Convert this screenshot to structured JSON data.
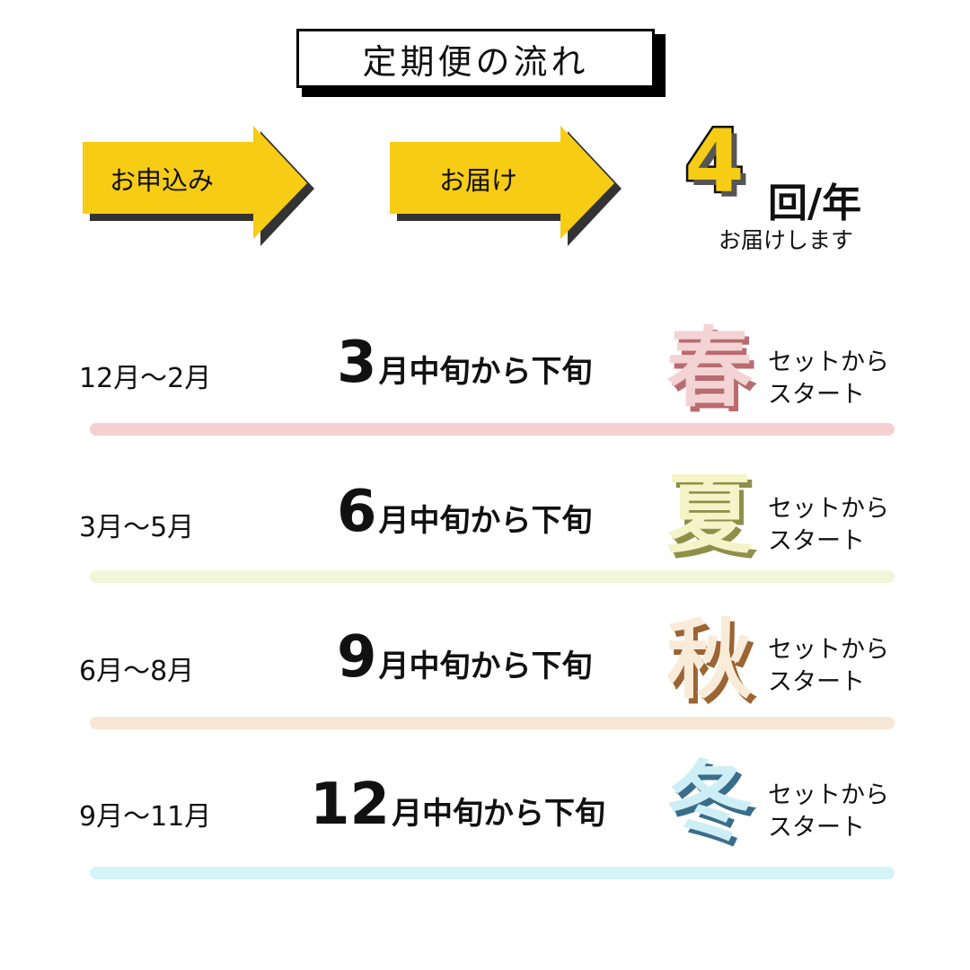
{
  "title": "定期便の流れ",
  "flow": {
    "step1": "お申込み",
    "step2": "お届け"
  },
  "frequency": {
    "number": "4",
    "unit": "回/年",
    "note": "お届けします"
  },
  "rows": [
    {
      "range": "12月〜2月",
      "month": "3",
      "delivery": "月中旬から下旬",
      "season": "春",
      "note1": "セットから",
      "note2": "スタート"
    },
    {
      "range": "3月〜5月",
      "month": "6",
      "delivery": "月中旬から下旬",
      "season": "夏",
      "note1": "セットから",
      "note2": "スタート"
    },
    {
      "range": "6月〜8月",
      "month": "9",
      "delivery": "月中旬から下旬",
      "season": "秋",
      "note1": "セットから",
      "note2": "スタート"
    },
    {
      "range": "9月〜11月",
      "month": "12",
      "delivery": "月中旬から下旬",
      "season": "冬",
      "note1": "セットから",
      "note2": "スタート"
    }
  ],
  "colors": {
    "arrow": "#f7cc14",
    "spring_fill": "#f3d3d3",
    "spring_stroke": "#c9797c",
    "spring_bar": "#f6d0d0",
    "summer_fill": "#f5f3c8",
    "summer_stroke": "#a6a65a",
    "summer_bar": "#f2f6d8",
    "autumn_fill": "#f8ecd9",
    "autumn_stroke": "#b3783f",
    "autumn_bar": "#f6e6d4",
    "winter_fill": "#cdeef4",
    "winter_stroke": "#4a86a6",
    "winter_bar": "#d4f4f8"
  }
}
